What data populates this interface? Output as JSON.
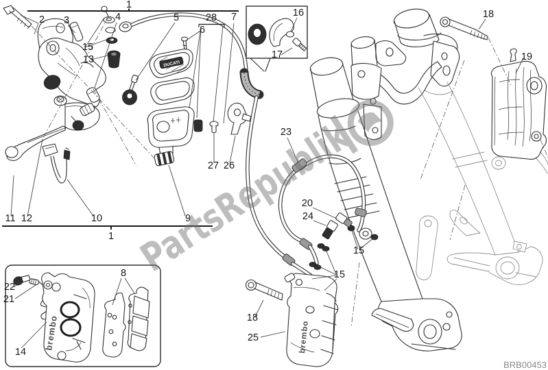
{
  "watermark": {
    "text": "PartsRepublik"
  },
  "part_code": "BRB00453",
  "brands": {
    "caliper_box": "brembo",
    "caliper_front": "brembo",
    "reservoir_cap": "DUCATI"
  },
  "callouts": [
    {
      "label": "1"
    },
    {
      "label": "2"
    },
    {
      "label": "3"
    },
    {
      "label": "4"
    },
    {
      "label": "5"
    },
    {
      "label": "28"
    },
    {
      "label": "6"
    },
    {
      "label": "7"
    },
    {
      "label": "15"
    },
    {
      "label": "13"
    },
    {
      "label": "16"
    },
    {
      "label": "17"
    },
    {
      "label": "18"
    },
    {
      "label": "19"
    },
    {
      "label": "23"
    },
    {
      "label": "27"
    },
    {
      "label": "26"
    },
    {
      "label": "20"
    },
    {
      "label": "24"
    },
    {
      "label": "15"
    },
    {
      "label": "15"
    },
    {
      "label": "11"
    },
    {
      "label": "12"
    },
    {
      "label": "10"
    },
    {
      "label": "9"
    },
    {
      "label": "1"
    },
    {
      "label": "22"
    },
    {
      "label": "21"
    },
    {
      "label": "14"
    },
    {
      "label": "8"
    },
    {
      "label": "18"
    },
    {
      "label": "25"
    }
  ]
}
